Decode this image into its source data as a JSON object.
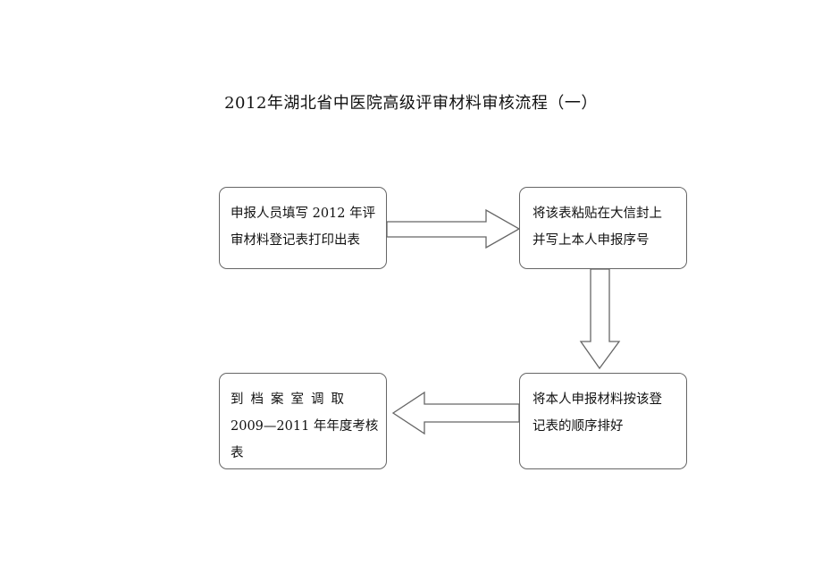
{
  "title": "2012年湖北省中医院高级评审材料审核流程（一）",
  "steps": [
    {
      "lines": [
        "申报人员填写 2012 年评",
        "审材料登记表打印出表"
      ]
    },
    {
      "lines": [
        "将该表粘贴在大信封上",
        "并写上本人申报序号"
      ]
    },
    {
      "lines": [
        "将本人申报材料按该登",
        "记表的顺序排好"
      ]
    },
    {
      "lines": [
        "到档案室调取",
        "2009—2011 年年度考核",
        "表"
      ]
    }
  ]
}
